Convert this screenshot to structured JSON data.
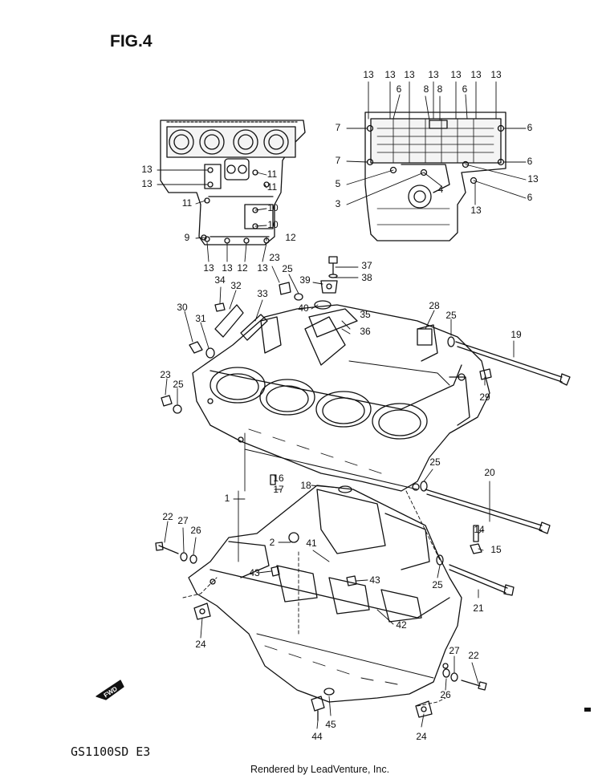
{
  "figure": {
    "title": "FIG.4",
    "model": "GS1100SD E3",
    "credit": "Rendered by LeadVenture, Inc.",
    "forward_marker": "FWD"
  },
  "callouts": [
    {
      "label": "1"
    },
    {
      "label": "2"
    },
    {
      "label": "3"
    },
    {
      "label": "4"
    },
    {
      "label": "5"
    },
    {
      "label": "6"
    },
    {
      "label": "6"
    },
    {
      "label": "6"
    },
    {
      "label": "6"
    },
    {
      "label": "6"
    },
    {
      "label": "7"
    },
    {
      "label": "7"
    },
    {
      "label": "8"
    },
    {
      "label": "8"
    },
    {
      "label": "9"
    },
    {
      "label": "10"
    },
    {
      "label": "10"
    },
    {
      "label": "11"
    },
    {
      "label": "11"
    },
    {
      "label": "11"
    },
    {
      "label": "12"
    },
    {
      "label": "12"
    },
    {
      "label": "13"
    },
    {
      "label": "13"
    },
    {
      "label": "13"
    },
    {
      "label": "13"
    },
    {
      "label": "13"
    },
    {
      "label": "13"
    },
    {
      "label": "13"
    },
    {
      "label": "13"
    },
    {
      "label": "13"
    },
    {
      "label": "13"
    },
    {
      "label": "13"
    },
    {
      "label": "13"
    },
    {
      "label": "13"
    },
    {
      "label": "13"
    },
    {
      "label": "14"
    },
    {
      "label": "15"
    },
    {
      "label": "16"
    },
    {
      "label": "17"
    },
    {
      "label": "18"
    },
    {
      "label": "19"
    },
    {
      "label": "20"
    },
    {
      "label": "21"
    },
    {
      "label": "22"
    },
    {
      "label": "22"
    },
    {
      "label": "23"
    },
    {
      "label": "23"
    },
    {
      "label": "24"
    },
    {
      "label": "24"
    },
    {
      "label": "25"
    },
    {
      "label": "25"
    },
    {
      "label": "25"
    },
    {
      "label": "25"
    },
    {
      "label": "25"
    },
    {
      "label": "26"
    },
    {
      "label": "26"
    },
    {
      "label": "27"
    },
    {
      "label": "27"
    },
    {
      "label": "28"
    },
    {
      "label": "29"
    },
    {
      "label": "30"
    },
    {
      "label": "31"
    },
    {
      "label": "32"
    },
    {
      "label": "33"
    },
    {
      "label": "34"
    },
    {
      "label": "35"
    },
    {
      "label": "36"
    },
    {
      "label": "37"
    },
    {
      "label": "38"
    },
    {
      "label": "39"
    },
    {
      "label": "40"
    },
    {
      "label": "41"
    },
    {
      "label": "42"
    },
    {
      "label": "43"
    },
    {
      "label": "43"
    },
    {
      "label": "44"
    },
    {
      "label": "45"
    }
  ]
}
